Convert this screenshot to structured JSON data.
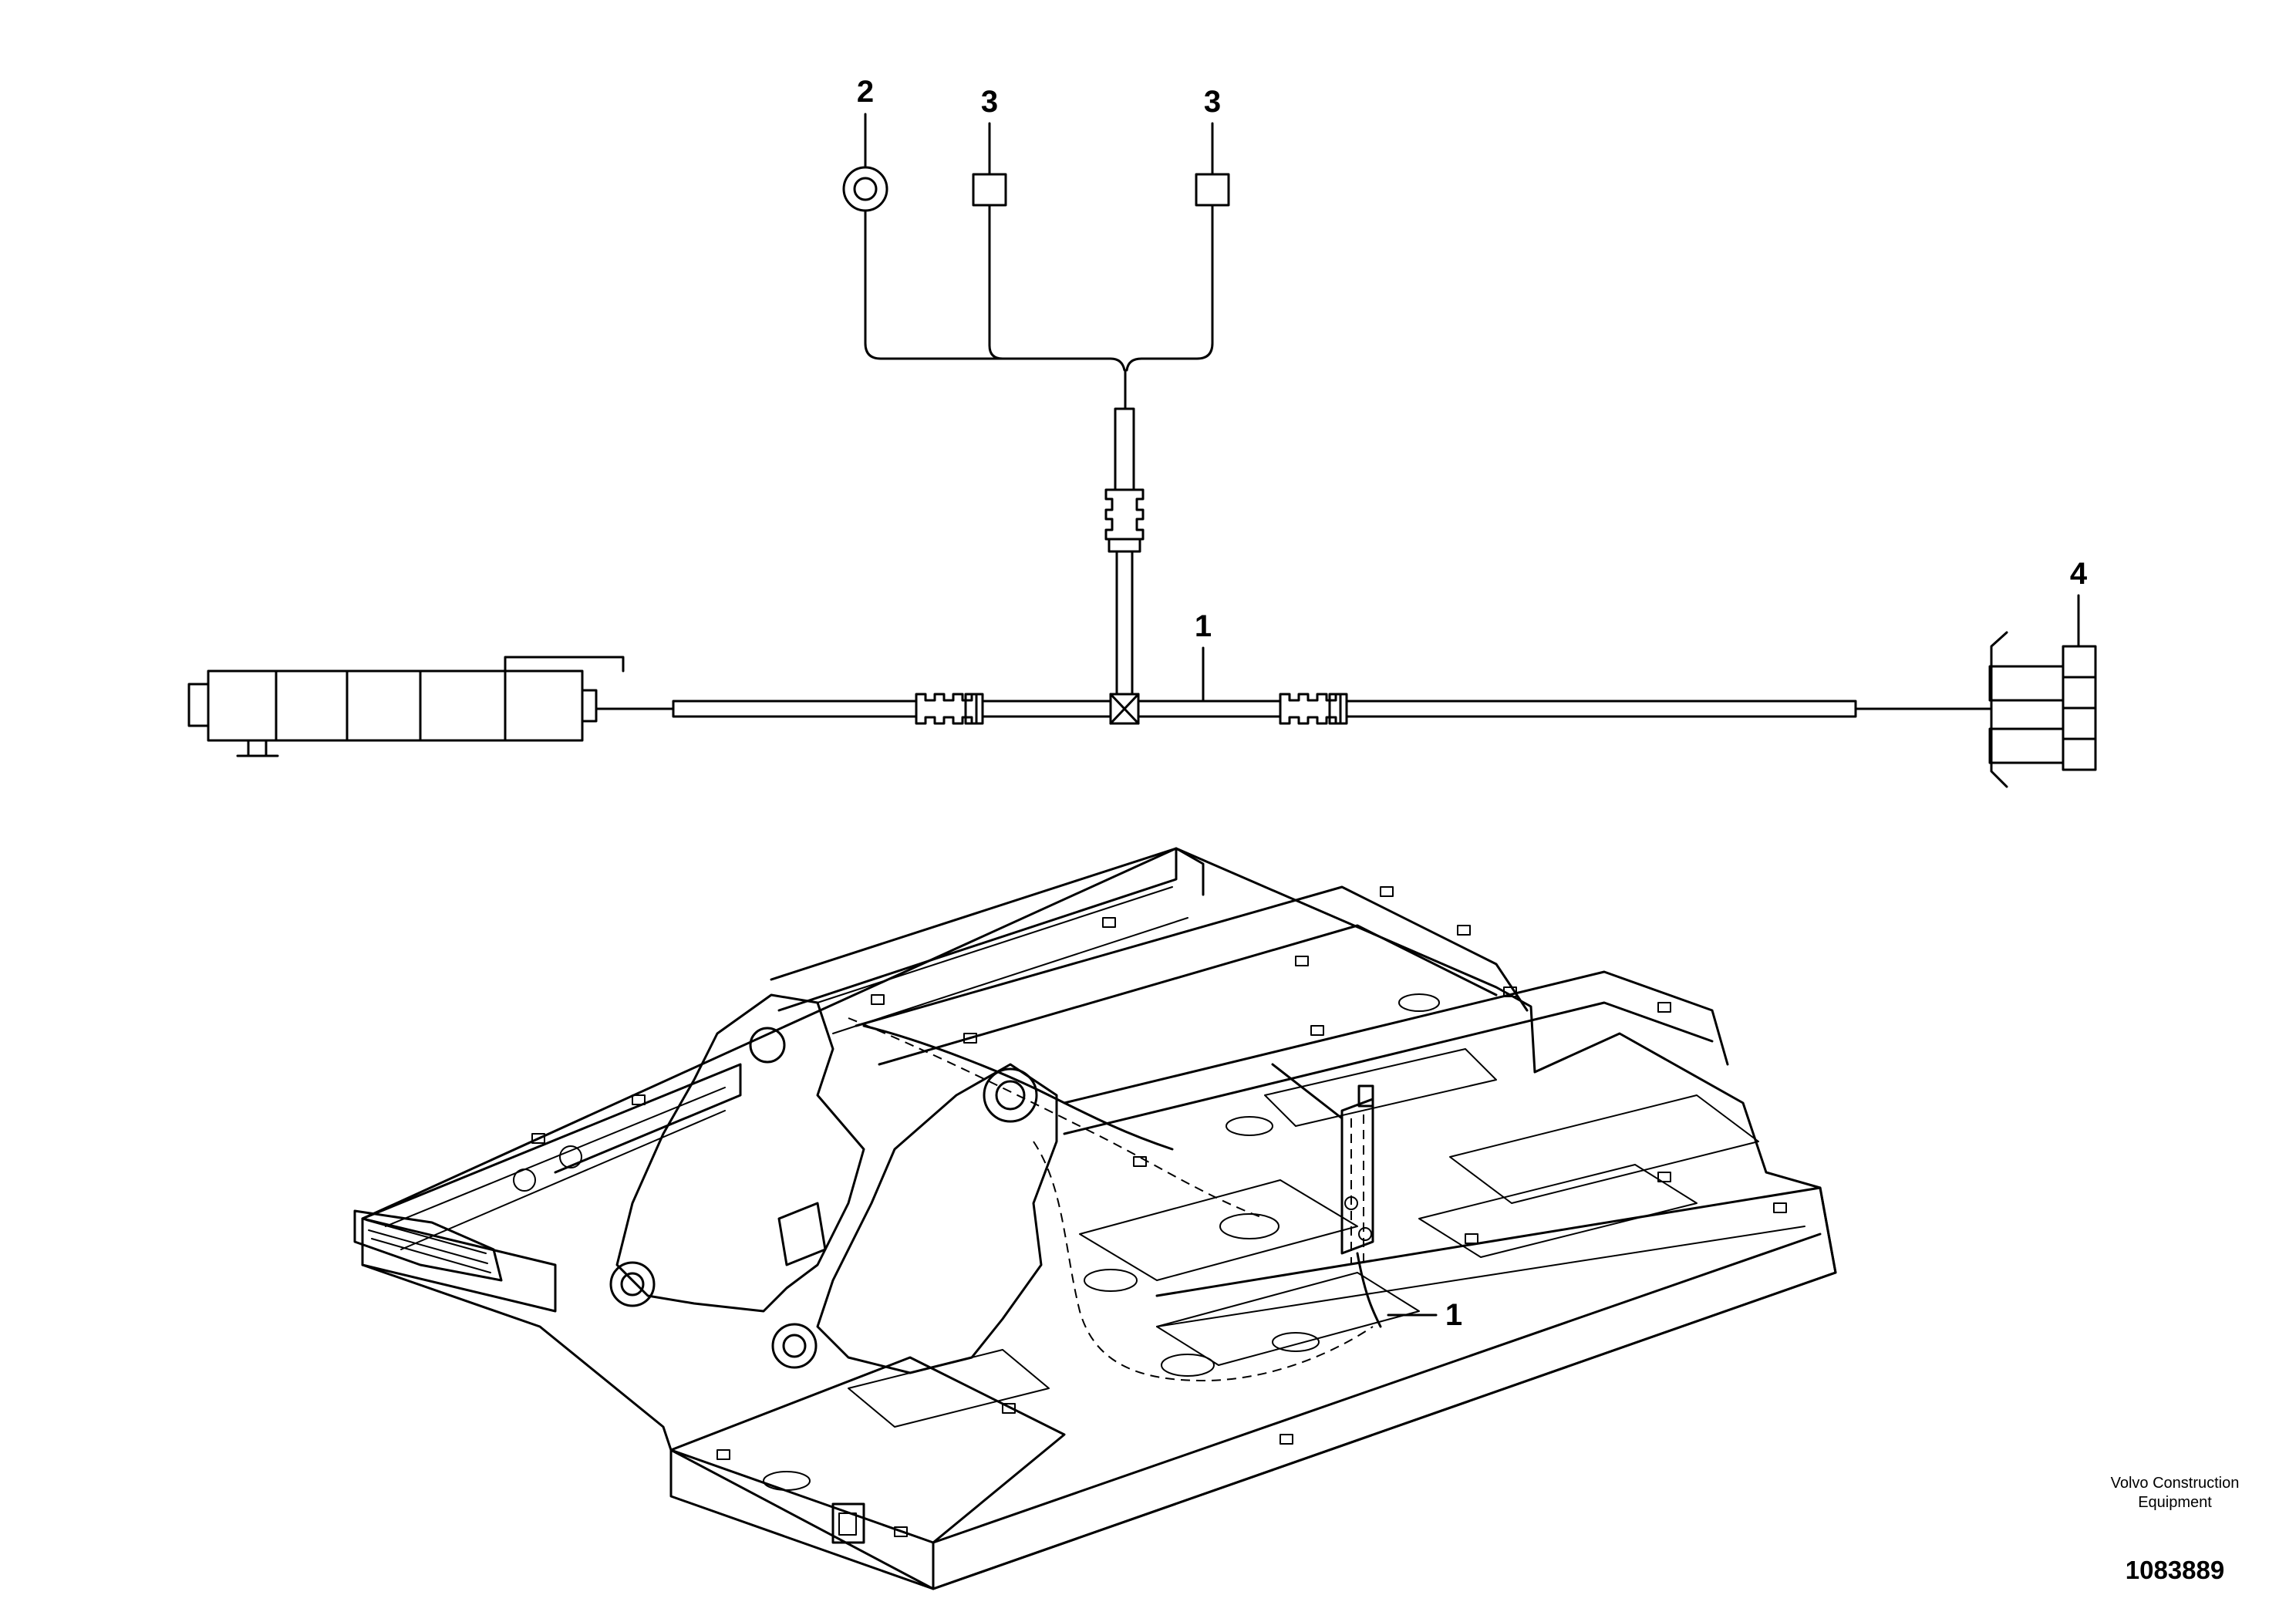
{
  "callouts": {
    "harness_top": "1",
    "ground_ring": "2",
    "connector_a": "3",
    "connector_b": "3",
    "plug_right": "4",
    "harness_frame": "1"
  },
  "footer": {
    "brand_line1": "Volvo Construction",
    "brand_line2": "Equipment",
    "drawing_number": "1083889"
  }
}
